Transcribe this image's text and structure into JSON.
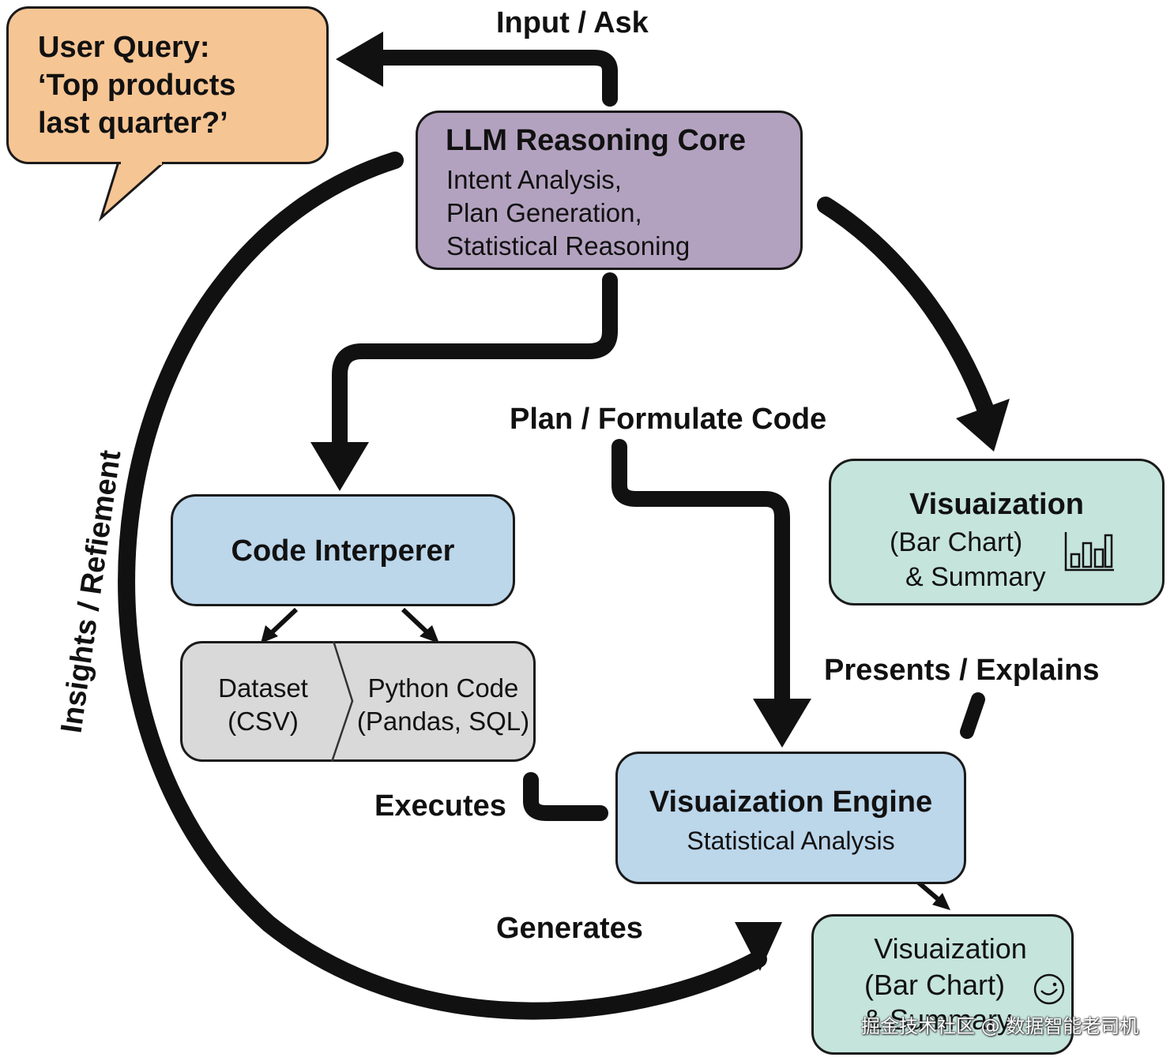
{
  "colors": {
    "query_fill": "#f6c594",
    "llm_fill": "#b3a2bf",
    "blue_fill": "#bcd6ea",
    "teal_fill": "#c5e4dc",
    "gray_fill": "#d9d9d9",
    "stroke": "#111111"
  },
  "user_query": {
    "title": "User Query:",
    "line1": "‘Top products",
    "line2": "last quarter?’"
  },
  "llm_core": {
    "title": "LLM Reasoning Core",
    "line1": "Intent Analysis,",
    "line2": "Plan Generation,",
    "line3": "Statistical Reasoning"
  },
  "code_interpreter": {
    "title": "Code Interperer"
  },
  "dataset": {
    "line1": "Dataset",
    "line2": "(CSV)"
  },
  "python_code": {
    "line1": "Python Code",
    "line2": "(Pandas, SQL)"
  },
  "viz_engine": {
    "title": "Visuaization Engine",
    "subtitle": "Statistical Analysis"
  },
  "viz_top": {
    "title": "Visuaization",
    "line1": "(Bar Chart)",
    "line2": "& Summary",
    "icon": "bar-chart-icon"
  },
  "viz_bottom": {
    "title": "Visuaization",
    "line1": "(Bar Chart)",
    "line2": "& Summary",
    "icon": "smiley-icon"
  },
  "labels": {
    "input_ask": "Input / Ask",
    "plan": "Plan / Formulate Code",
    "presents": "Presents / Explains",
    "executes": "Executes",
    "generates": "Generates",
    "insights": "Insights / Refiement"
  },
  "watermark": "掘金技术社区 @ 数据智能老司机"
}
